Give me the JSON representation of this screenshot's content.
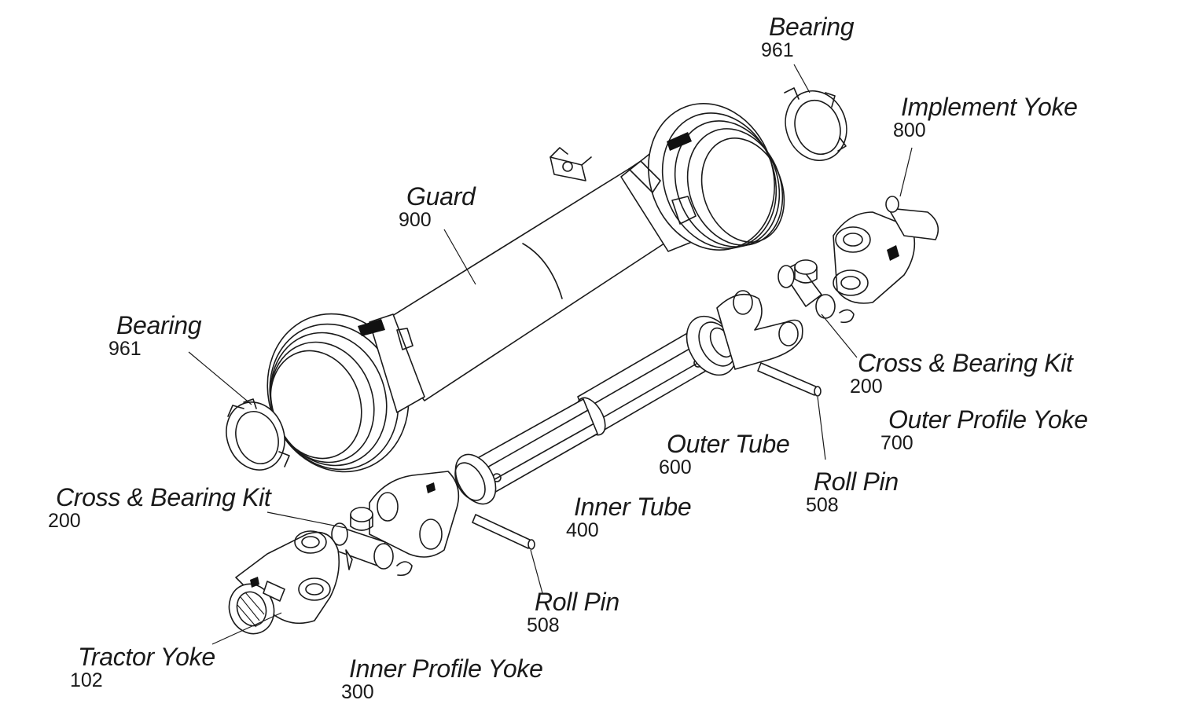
{
  "parts": [
    {
      "id": "bearing-top",
      "name": "Bearing",
      "code": "961"
    },
    {
      "id": "implement-yoke",
      "name": "Implement Yoke",
      "code": "800"
    },
    {
      "id": "guard",
      "name": "Guard",
      "code": "900"
    },
    {
      "id": "bearing-left",
      "name": "Bearing",
      "code": "961"
    },
    {
      "id": "cross-bearing-right",
      "name": "Cross & Bearing Kit",
      "code": "200"
    },
    {
      "id": "outer-profile-yoke",
      "name": "Outer Profile Yoke",
      "code": "700"
    },
    {
      "id": "outer-tube",
      "name": "Outer Tube",
      "code": "600"
    },
    {
      "id": "roll-pin-right",
      "name": "Roll Pin",
      "code": "508"
    },
    {
      "id": "cross-bearing-left",
      "name": "Cross & Bearing Kit",
      "code": "200"
    },
    {
      "id": "inner-tube",
      "name": "Inner Tube",
      "code": "400"
    },
    {
      "id": "roll-pin-left",
      "name": "Roll Pin",
      "code": "508"
    },
    {
      "id": "tractor-yoke",
      "name": "Tractor Yoke",
      "code": "102"
    },
    {
      "id": "inner-profile-yoke",
      "name": "Inner Profile Yoke",
      "code": "300"
    }
  ]
}
